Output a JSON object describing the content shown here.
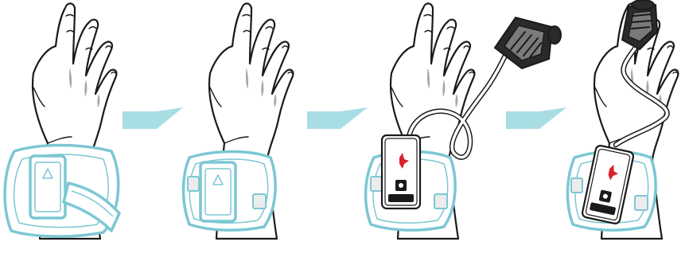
{
  "figure": {
    "kind": "instruction-sequence",
    "step_count": 4,
    "steps": [
      {
        "step": 1,
        "content": "wrist-strap-open"
      },
      {
        "step": 2,
        "content": "wrist-strap-fastened"
      },
      {
        "step": 3,
        "content": "device-mounted-sensor-attached"
      },
      {
        "step": 4,
        "content": "sensor-on-finger"
      }
    ],
    "colors": {
      "strap": "#7cc7d3",
      "arrow": "#a9dde4",
      "line": "#1a1a1a",
      "logo": "#d9222a",
      "background": "#ffffff"
    },
    "icons": [
      "hand-outline",
      "wrist-strap",
      "strap-tab",
      "step-arrow",
      "oximeter-device",
      "finger-sensor-probe",
      "sensor-cable",
      "brand-logo"
    ]
  }
}
